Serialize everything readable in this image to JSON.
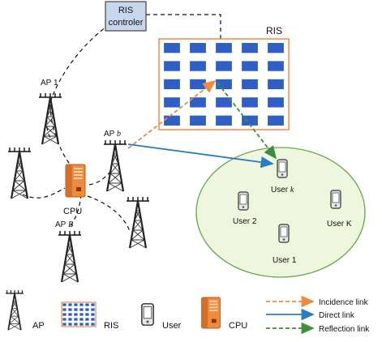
{
  "controller": {
    "line1": "RIS",
    "line2": "controler"
  },
  "ris": {
    "label": "RIS",
    "rows": 5,
    "cols": 5,
    "tile_color": "#2f5fc4",
    "frame_color": "#f08a4b"
  },
  "aps": {
    "ap1": {
      "label": "AP 1"
    },
    "apb": {
      "prefix": "AP ",
      "var": "b"
    },
    "apB": {
      "prefix": "AP ",
      "var": "B"
    }
  },
  "cpu": {
    "label": "CPU"
  },
  "users": {
    "userk": {
      "prefix": "User ",
      "var": "k"
    },
    "user2": {
      "label": "User 2"
    },
    "userK": {
      "label": "User K"
    },
    "user1": {
      "label": "User 1"
    }
  },
  "legend": {
    "ap": "AP",
    "ris": "RIS",
    "user": "User",
    "cpu": "CPU",
    "links": [
      {
        "label": "Incidence link",
        "color": "#f08a3c",
        "style": "dashed"
      },
      {
        "label": "Direct link",
        "color": "#2a7bbf",
        "style": "solid"
      },
      {
        "label": "Reflection link",
        "color": "#3e8e3e",
        "style": "dashed"
      }
    ]
  },
  "colors": {
    "controller_fill": "#c7d6ec",
    "cluster_fill": "#eef6dd",
    "cluster_stroke": "#6aa84f",
    "cpu_fill": "#f08a3c"
  }
}
